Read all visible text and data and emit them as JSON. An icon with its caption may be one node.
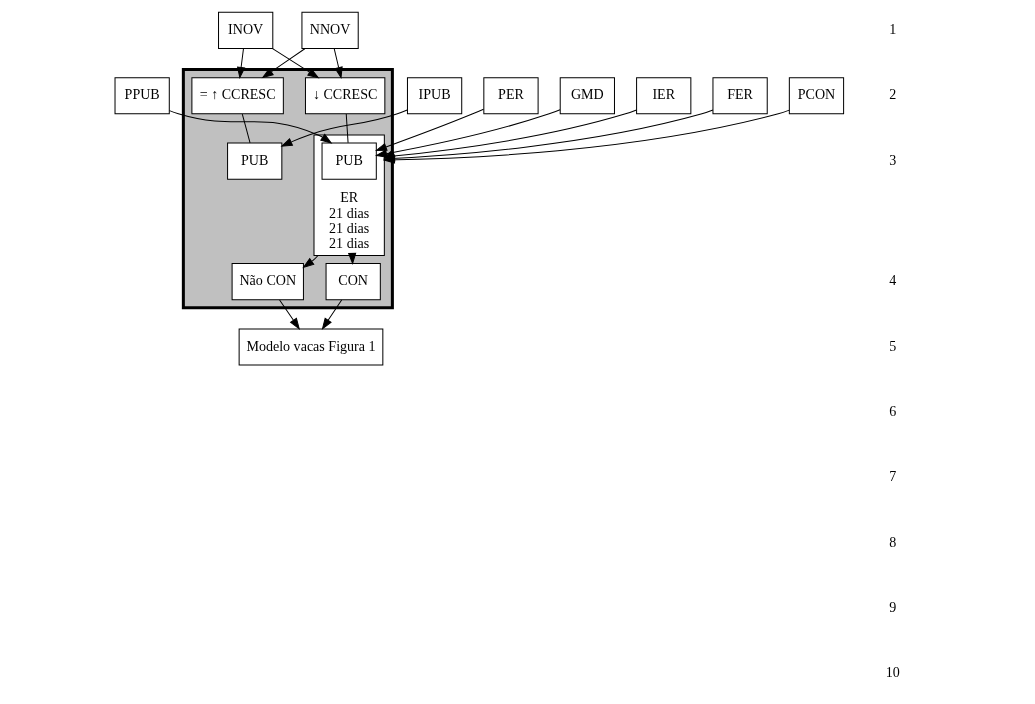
{
  "diagram": {
    "nodes": [
      {
        "text": [],
        "shape": "box"
      },
      {
        "text": [
          "INOV"
        ]
      },
      {
        "text": [
          "NNOV"
        ]
      },
      {
        "text": [
          "↓ CCRESC"
        ],
        "in": 0
      },
      {
        "text": [
          "= ↑ CCRESC"
        ],
        "in": 0
      },
      {
        "text": [
          "PPUB"
        ]
      },
      {
        "text": [
          "PER"
        ]
      },
      {
        "text": [
          "GMD"
        ]
      },
      {
        "text": [
          "IPUB"
        ]
      },
      {
        "text": [
          "PUB"
        ],
        "in": 0
      },
      {
        "text": [
          "ER",
          "21 dias",
          "21 dias",
          "21 dias"
        ],
        "in": 0
      },
      {
        "text": [
          "PUB"
        ],
        "in": 10
      },
      {
        "text": [
          "IER"
        ]
      },
      {
        "text": [
          "FER"
        ]
      },
      {
        "text": [
          "PCON"
        ]
      },
      {
        "text": [
          "CON"
        ],
        "in": 0
      },
      {
        "text": [
          "Não CON"
        ],
        "in": 0
      },
      {
        "text": [
          "Modelo vacas Figura 1"
        ]
      }
    ],
    "edges": [
      {
        "from": 1,
        "to": 3,
        "arrow": "to"
      },
      {
        "from": 1,
        "to": 4,
        "arrow": "to"
      },
      {
        "from": 2,
        "to": 3,
        "arrow": "to"
      },
      {
        "from": 2,
        "to": 4,
        "arrow": "to"
      },
      {
        "from": 3,
        "to": 11,
        "arrow": "none"
      },
      {
        "from": 5,
        "to": 11,
        "arrow": "to"
      },
      {
        "from": 6,
        "to": 11,
        "arrow": "to"
      },
      {
        "from": 7,
        "to": 11,
        "arrow": "to"
      },
      {
        "from": 4,
        "to": 9,
        "arrow": "none"
      },
      {
        "from": 8,
        "to": 9,
        "arrow": "to"
      },
      {
        "from": 12,
        "to": 10,
        "arrow": "to"
      },
      {
        "from": 13,
        "to": 10,
        "arrow": "to"
      },
      {
        "from": 14,
        "to": 10,
        "arrow": "to"
      },
      {
        "from": 10,
        "to": 15,
        "arrow": "to"
      },
      {
        "from": 10,
        "to": 16,
        "arrow": "to"
      },
      {
        "from": 15,
        "to": 17,
        "arrow": "to"
      },
      {
        "from": 16,
        "to": 17,
        "arrow": "to"
      }
    ],
    "labels": [
      "1",
      "2",
      "3",
      "4",
      "5",
      "6",
      "7",
      "8",
      "9",
      "10"
    ]
  }
}
